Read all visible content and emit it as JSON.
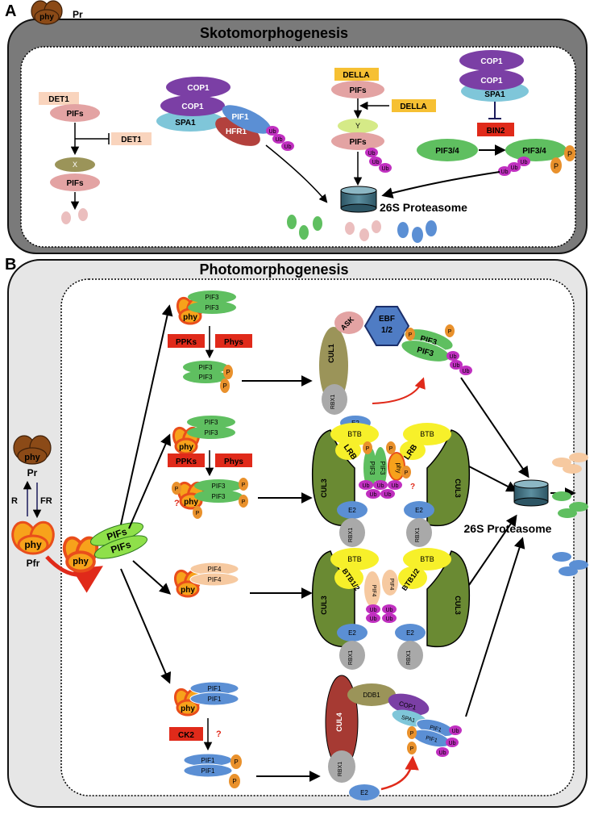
{
  "panel_a": {
    "letter": "A",
    "title": "Skotomorphogenesis",
    "pr_state": "Pr",
    "phy": "phy",
    "det1_top": "DET1",
    "det1_side": "DET1",
    "pifs_1": "PIFs",
    "x_label": "X",
    "pifs_2": "PIFs",
    "cop1_a": "COP1",
    "cop1_b": "COP1",
    "spa1": "SPA1",
    "pif1": "PIF1",
    "hfr1": "HFR1",
    "della_top": "DELLA",
    "della_side": "DELLA",
    "pifs_3": "PIFs",
    "y_label": "Y",
    "pifs_4": "PIFs",
    "cop1_c": "COP1",
    "cop1_d": "COP1",
    "spa1_b": "SPA1",
    "bin2": "BIN2",
    "pif34_left": "PIF3/4",
    "pif34_right": "PIF3/4",
    "p": "P",
    "ub": "Ub",
    "proteasome": "26S Proteasome"
  },
  "panel_b": {
    "letter": "B",
    "title": "Photomorphogenesis",
    "pr": "Pr",
    "pfr": "Pfr",
    "r": "R",
    "fr": "FR",
    "phy": "phy",
    "pifs": "PIFs",
    "pif3": "PIF3",
    "pif4": "PIF4",
    "pif1": "PIF1",
    "ppks": "PPKs",
    "phys": "Phys",
    "ck2": "CK2",
    "question": "?",
    "p": "P",
    "ub": "Ub",
    "ask": "ASK",
    "ebf": "EBF",
    "ebf_num": "1/2",
    "cul1": "CUL1",
    "rbx1": "RBX1",
    "e2": "E2",
    "btb": "BTB",
    "lrb": "LRB",
    "cul3": "CUL3",
    "btb12": "BTB1/2",
    "ddb1": "DDB1",
    "cop1": "COP1",
    "spa1": "SPA1",
    "cul4": "CUL4",
    "proteasome": "26S Proteasome"
  },
  "colors": {
    "panel_a_bg": "#7a7a7a",
    "panel_b_bg": "#e6e6e6",
    "phy_brown": "#8b4a17",
    "phy_red": "#e94e1b",
    "pif_green": "#5fbf60",
    "pif_blue": "#5b8fd4",
    "pif_pink": "#e3a3a3",
    "pif_peach": "#f6c9a0",
    "cop1_purple": "#7b3fa5",
    "spa1_teal": "#7fc6d9",
    "ub_magenta": "#c030c0",
    "p_orange": "#e9912c",
    "box_red": "#e02a1a",
    "della_yellow": "#f6c033",
    "cul_olive": "#6a8a33",
    "cul4_red": "#a63a33",
    "btb_yellow": "#f7f02a",
    "proteasome": "#3c6b7a"
  }
}
